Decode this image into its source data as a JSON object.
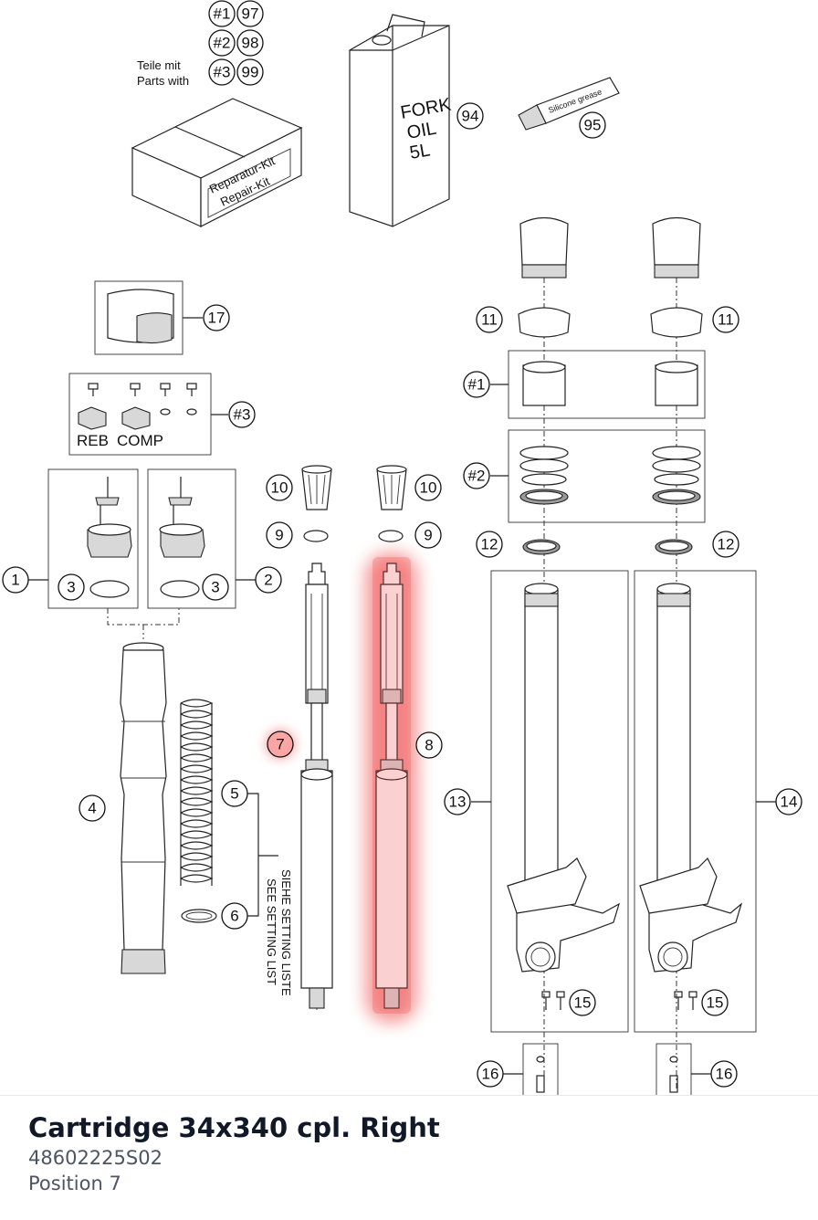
{
  "diagram": {
    "kit_label": {
      "line1": "Teile mit",
      "line2": "Parts with"
    },
    "kit_box_text": {
      "line1": "Reparatur-Kit",
      "line2": "Repair-Kit"
    },
    "kit_callouts": [
      "#1",
      "97",
      "#2",
      "98",
      "#3",
      "99"
    ],
    "oil_can_text": {
      "line1": "FORK",
      "line2": "OIL",
      "line3": "5L"
    },
    "grease_tube_text": "Silicone grease",
    "valve_labels": {
      "reb": "REB",
      "comp": "COMP"
    },
    "setting_note": {
      "line1": "SIEHE SETTING LISTE",
      "line2": "SEE SETTING LIST"
    },
    "callouts": {
      "c94": "94",
      "c95": "95",
      "c17": "17",
      "c3kit": "#3",
      "c1": "1",
      "c2": "2",
      "c3a": "3",
      "c3b": "3",
      "c4": "4",
      "c5": "5",
      "c6": "6",
      "c7": "7",
      "c8": "8",
      "c9a": "9",
      "c9b": "9",
      "c10a": "10",
      "c10b": "10",
      "c11a": "11",
      "c11b": "11",
      "c1kit": "#1",
      "c2kit": "#2",
      "c12a": "12",
      "c12b": "12",
      "c13": "13",
      "c14": "14",
      "c15a": "15",
      "c15b": "15",
      "c16a": "16",
      "c16b": "16"
    },
    "highlight_color": "#ef4444"
  },
  "part": {
    "name": "Cartridge 34x340 cpl. Right",
    "number": "48602225S02",
    "position": "Position 7"
  }
}
